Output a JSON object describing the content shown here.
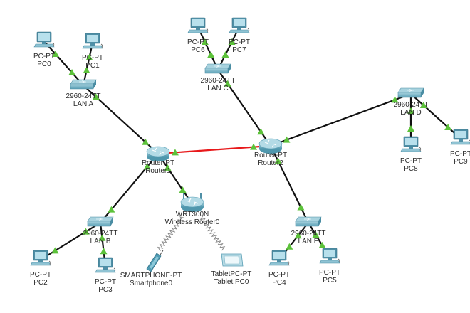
{
  "diagram": {
    "type": "network-topology",
    "devices": [
      {
        "id": "pc0",
        "kind": "pc",
        "model": "PC-PT",
        "name": "PC0"
      },
      {
        "id": "pc1",
        "kind": "pc",
        "model": "PC-PT",
        "name": "PC1"
      },
      {
        "id": "swA",
        "kind": "switch",
        "model": "2960-24TT",
        "name": "LAN A"
      },
      {
        "id": "pc6",
        "kind": "pc",
        "model": "PC-PT",
        "name": "PC6"
      },
      {
        "id": "pc7",
        "kind": "pc",
        "model": "PC-PT",
        "name": "PC7"
      },
      {
        "id": "swC",
        "kind": "switch",
        "model": "2960-24TT",
        "name": "LAN C"
      },
      {
        "id": "swD",
        "kind": "switch",
        "model": "2960-24TT",
        "name": "LAN D"
      },
      {
        "id": "pc8",
        "kind": "pc",
        "model": "PC-PT",
        "name": "PC8"
      },
      {
        "id": "pc9",
        "kind": "pc",
        "model": "PC-PT",
        "name": "PC9"
      },
      {
        "id": "r1",
        "kind": "router",
        "model": "Router-PT",
        "name": "Router1"
      },
      {
        "id": "r2",
        "kind": "router",
        "model": "Router-PT",
        "name": "Router2"
      },
      {
        "id": "wr0",
        "kind": "wireless-router",
        "model": "WRT300N",
        "name": "Wireless Router0"
      },
      {
        "id": "swB",
        "kind": "switch",
        "model": "2960-24TT",
        "name": "LAN B"
      },
      {
        "id": "pc2",
        "kind": "pc",
        "model": "PC-PT",
        "name": "PC2"
      },
      {
        "id": "pc3",
        "kind": "pc",
        "model": "PC-PT",
        "name": "PC3"
      },
      {
        "id": "sp0",
        "kind": "smartphone",
        "model": "SMARTPHONE-PT",
        "name": "Smartphone0"
      },
      {
        "id": "tab0",
        "kind": "tablet",
        "model": "TabletPC-PT",
        "name": "Tablet PC0"
      },
      {
        "id": "swE",
        "kind": "switch",
        "model": "2960-24TT",
        "name": "LAN E"
      },
      {
        "id": "pc4",
        "kind": "pc",
        "model": "PC-PT",
        "name": "PC4"
      },
      {
        "id": "pc5",
        "kind": "pc",
        "model": "PC-PT",
        "name": "PC5"
      }
    ],
    "links": [
      {
        "from": "pc0",
        "to": "swA",
        "type": "copper"
      },
      {
        "from": "pc1",
        "to": "swA",
        "type": "copper"
      },
      {
        "from": "swA",
        "to": "r1",
        "type": "copper"
      },
      {
        "from": "pc6",
        "to": "swC",
        "type": "copper"
      },
      {
        "from": "pc7",
        "to": "swC",
        "type": "copper"
      },
      {
        "from": "swC",
        "to": "r2",
        "type": "copper"
      },
      {
        "from": "swD",
        "to": "r2",
        "type": "copper"
      },
      {
        "from": "pc8",
        "to": "swD",
        "type": "copper"
      },
      {
        "from": "pc9",
        "to": "swD",
        "type": "copper"
      },
      {
        "from": "r1",
        "to": "r2",
        "type": "serial"
      },
      {
        "from": "r1",
        "to": "swB",
        "type": "copper"
      },
      {
        "from": "r1",
        "to": "wr0",
        "type": "copper"
      },
      {
        "from": "swB",
        "to": "pc2",
        "type": "copper"
      },
      {
        "from": "swB",
        "to": "pc3",
        "type": "copper"
      },
      {
        "from": "r2",
        "to": "swE",
        "type": "copper"
      },
      {
        "from": "swE",
        "to": "pc4",
        "type": "copper"
      },
      {
        "from": "swE",
        "to": "pc5",
        "type": "copper"
      },
      {
        "from": "wr0",
        "to": "sp0",
        "type": "wireless"
      },
      {
        "from": "wr0",
        "to": "tab0",
        "type": "wireless"
      }
    ],
    "colors": {
      "copper": "#111111",
      "serial": "#e8191b",
      "link_up_indicator": "#5cc23a",
      "device_body": "#5aa2b8",
      "device_top": "#9fd0de"
    }
  }
}
